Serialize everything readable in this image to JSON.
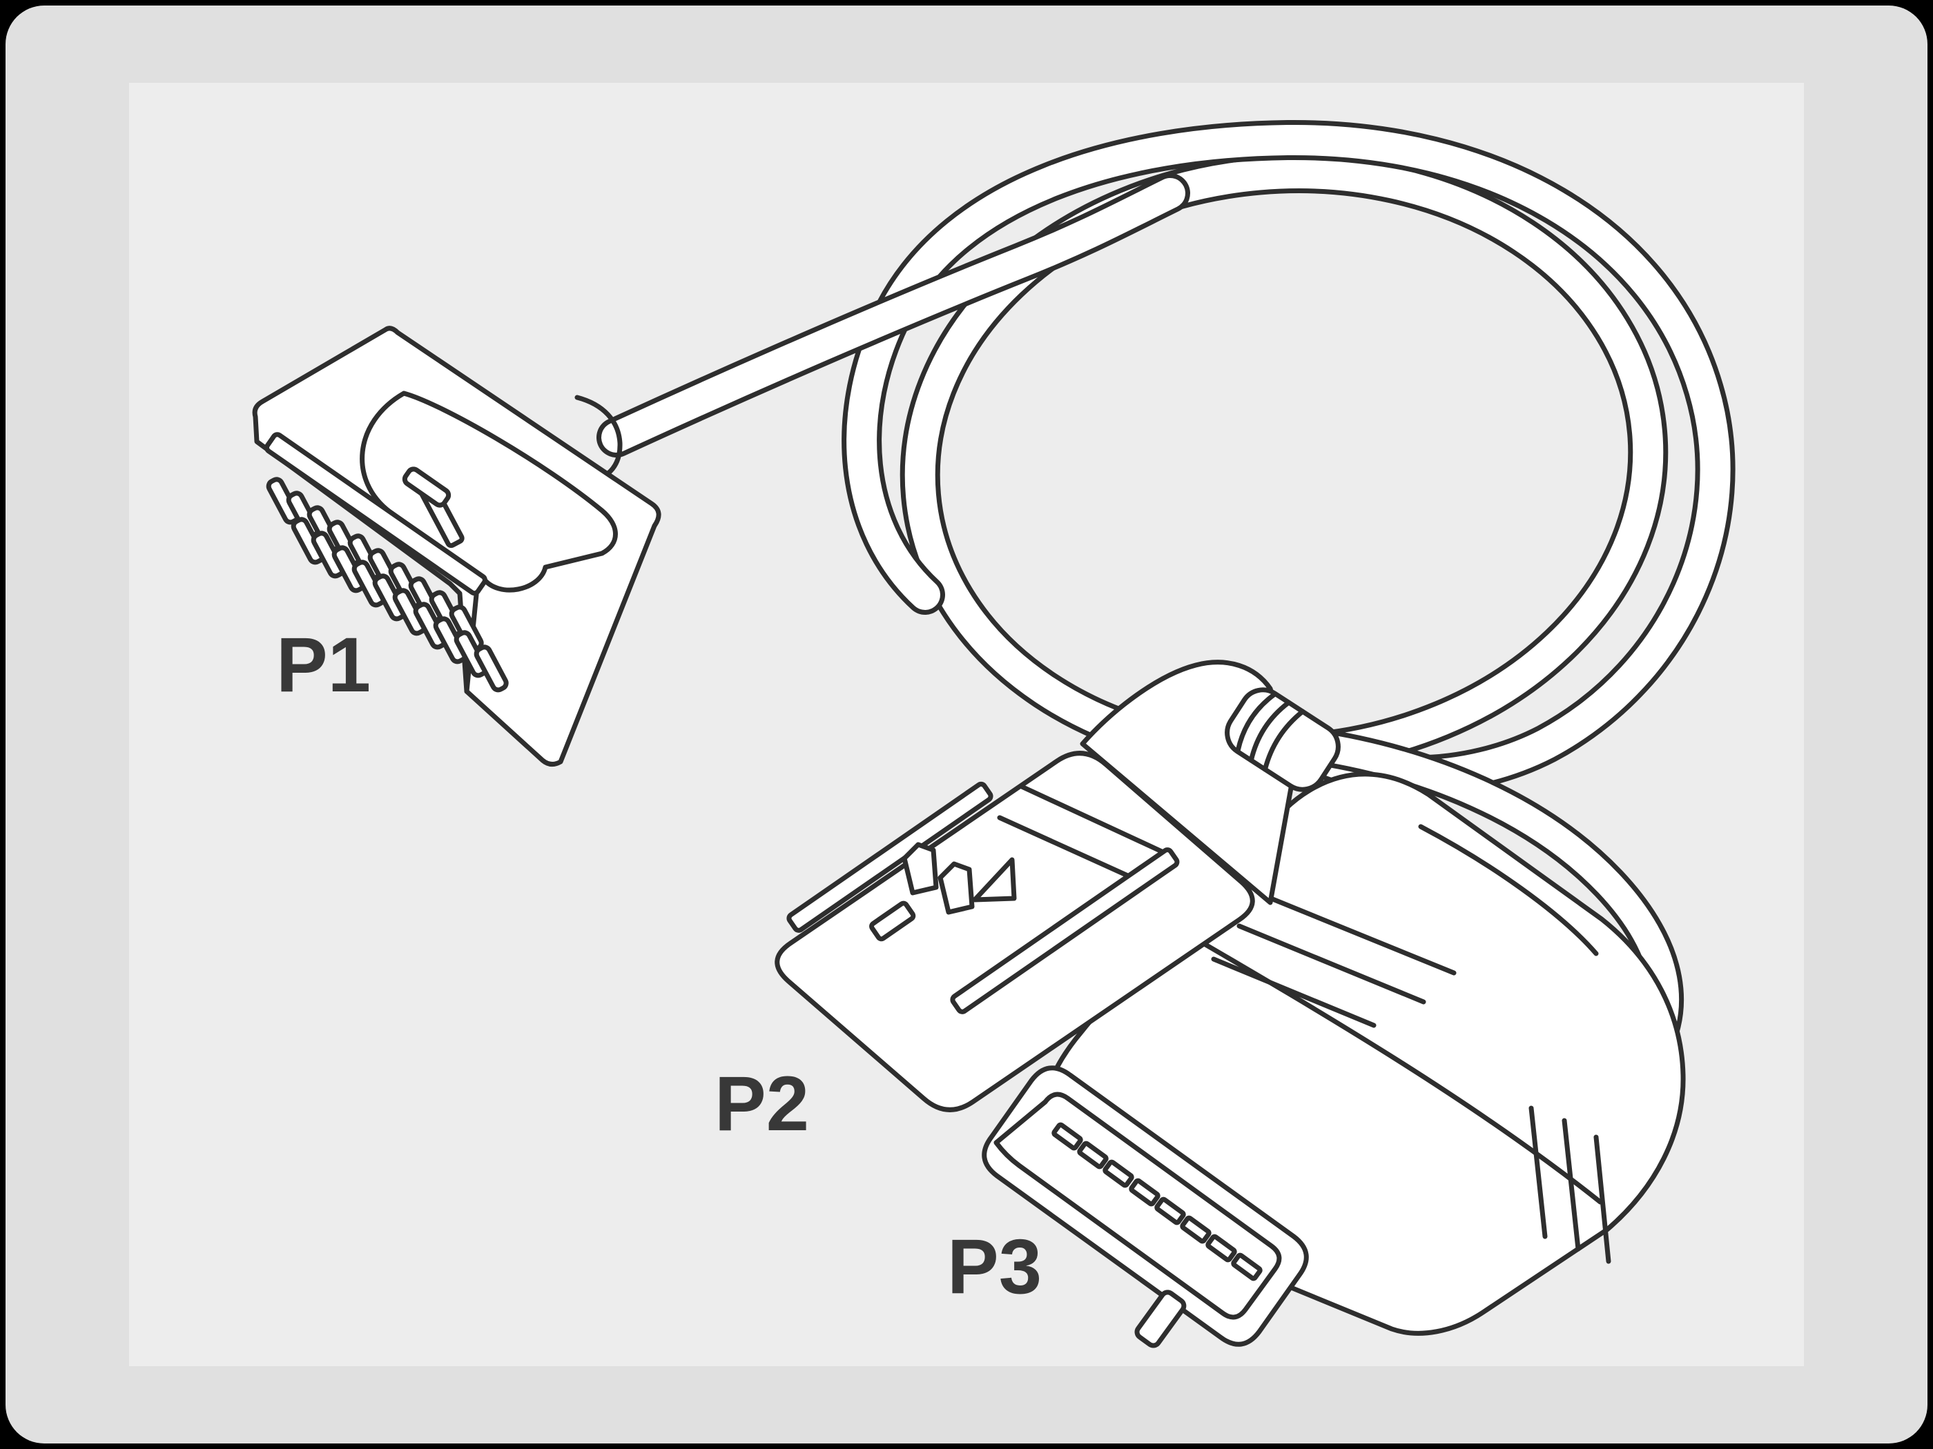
{
  "figure": {
    "type": "technical-line-diagram",
    "subject": "Three-connector diagnostic adapter cable illustration",
    "connector_labels": {
      "p1": "P1",
      "p2": "P2",
      "p3": "P3"
    },
    "parts": [
      {
        "id": "P1",
        "description": "rectangular data-link connector with two rows of ten pins and center key tab, cable exiting to upper right"
      },
      {
        "id": "P2",
        "description": "flat-face coupler connector with two guide rails, two latch wedges and a small slot"
      },
      {
        "id": "P3",
        "description": "OBD-II style male connector with recessed face, row of eight pin slots and bottom lock tab"
      },
      {
        "id": "cable",
        "description": "cable coiled in an oval loop joining P1 to the P2/P3 end, with strain-relief boot and rear loop into P3"
      }
    ],
    "colors": {
      "background": "#000000",
      "card": "#e0e0e0",
      "panel": "#ededed",
      "line": "#2e2e2e",
      "fill": "#ffffff",
      "label": "#383838"
    }
  }
}
